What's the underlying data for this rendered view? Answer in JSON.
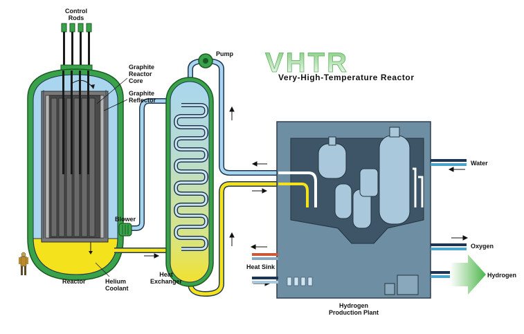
{
  "title": {
    "acronym": "VHTR",
    "subtitle": "Very-High-Temperature Reactor"
  },
  "labels": {
    "control_rods_line1": "Control",
    "control_rods_line2": "Rods",
    "graphite_core_line1": "Graphite",
    "graphite_core_line2": "Reactor",
    "graphite_core_line3": "Core",
    "graphite_reflector_line1": "Graphite",
    "graphite_reflector_line2": "Reflector",
    "pump": "Pump",
    "blower": "Blower",
    "reactor": "Reactor",
    "helium_coolant_line1": "Helium",
    "helium_coolant_line2": "Coolant",
    "heat_exchanger_line1": "Heat",
    "heat_exchanger_line2": "Exchanger",
    "heat_sink": "Heat Sink",
    "water": "Water",
    "oxygen": "Oxygen",
    "hydrogen": "Hydrogen",
    "plant_line1": "Hydrogen",
    "plant_line2": "Production Plant"
  },
  "colors": {
    "vessel_green": "#3aa24a",
    "coolant_blue": "#a9d6ee",
    "coolant_yellow": "#f4e21c",
    "pipe_dark": "#1d3552",
    "plant_body": "#6e8ea3",
    "plant_dark": "#3d5566",
    "hydrogen_arrow": "#6cc36a"
  }
}
